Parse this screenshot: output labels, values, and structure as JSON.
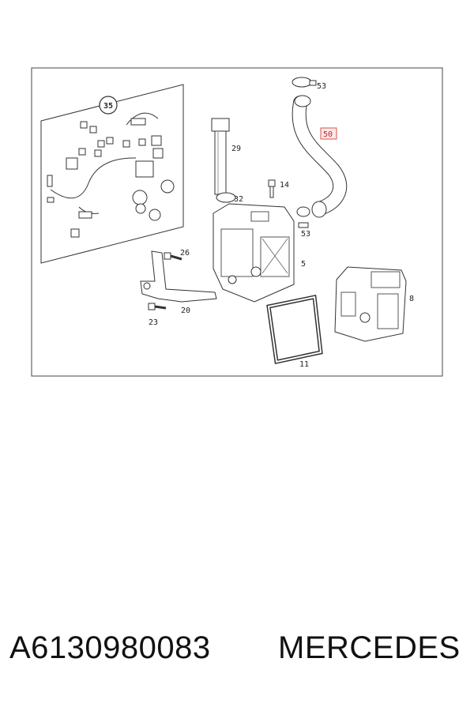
{
  "diagram": {
    "callouts": {
      "kit": "35",
      "hose": "50",
      "clamp_top": "53",
      "clamp_bottom": "53",
      "pipe": "29",
      "seal_ring": "32",
      "bolt_top": "14",
      "pump_unit": "5",
      "control_unit": "8",
      "gasket": "11",
      "bracket": "20",
      "bolt_bracket": "26",
      "bolt_lower": "23"
    },
    "highlight_color": "#d9534f",
    "line_color": "#333333"
  },
  "caption": {
    "part_number": "A6130980083",
    "brand": "MERCEDES"
  }
}
